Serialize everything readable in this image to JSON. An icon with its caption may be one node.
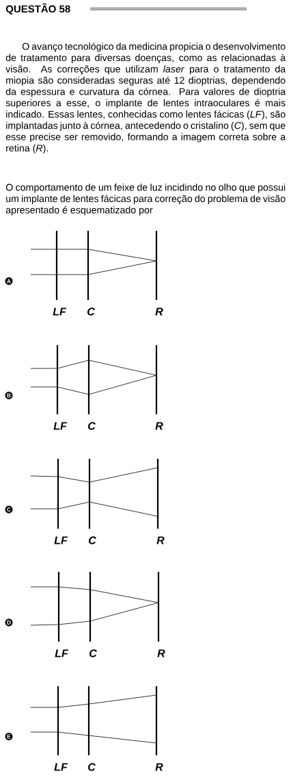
{
  "diagram": {
    "labels": [
      "QUESTÃO 58",
      "O avanço tecnológico da medicina propicia o desenvolvimento de tratamento para diversas doenças, como as relacionadas à visão. As correções que utilizam *laser* para o tratamento da miopia são consideradas seguras até 12 dioptrias, dependendo da espessura e curvatura da córnea. Para valores de dioptria superiores a esse, o implante de lentes intraoculares é mais indicado. Essas lentes, conhecidas como lentes fácicas (*LF*), são implantadas junto à córnea, antecedendo o cristalino (*C*), sem que esse precise ser removido, formando a imagem correta sobre a retina (*R*).",
      "O comportamento de um feixe de luz incidindo no olho que possui um implante de lentes fácicas para correção do problema de visão apresentado é esquematizado por",
      "A",
      "LF",
      "C",
      "R",
      "B",
      "LF",
      "C",
      "R",
      "C",
      "LF",
      "C",
      "R",
      "D",
      "LF",
      "C",
      "R",
      "E",
      "LF",
      "C",
      "R"
    ]
  }
}
